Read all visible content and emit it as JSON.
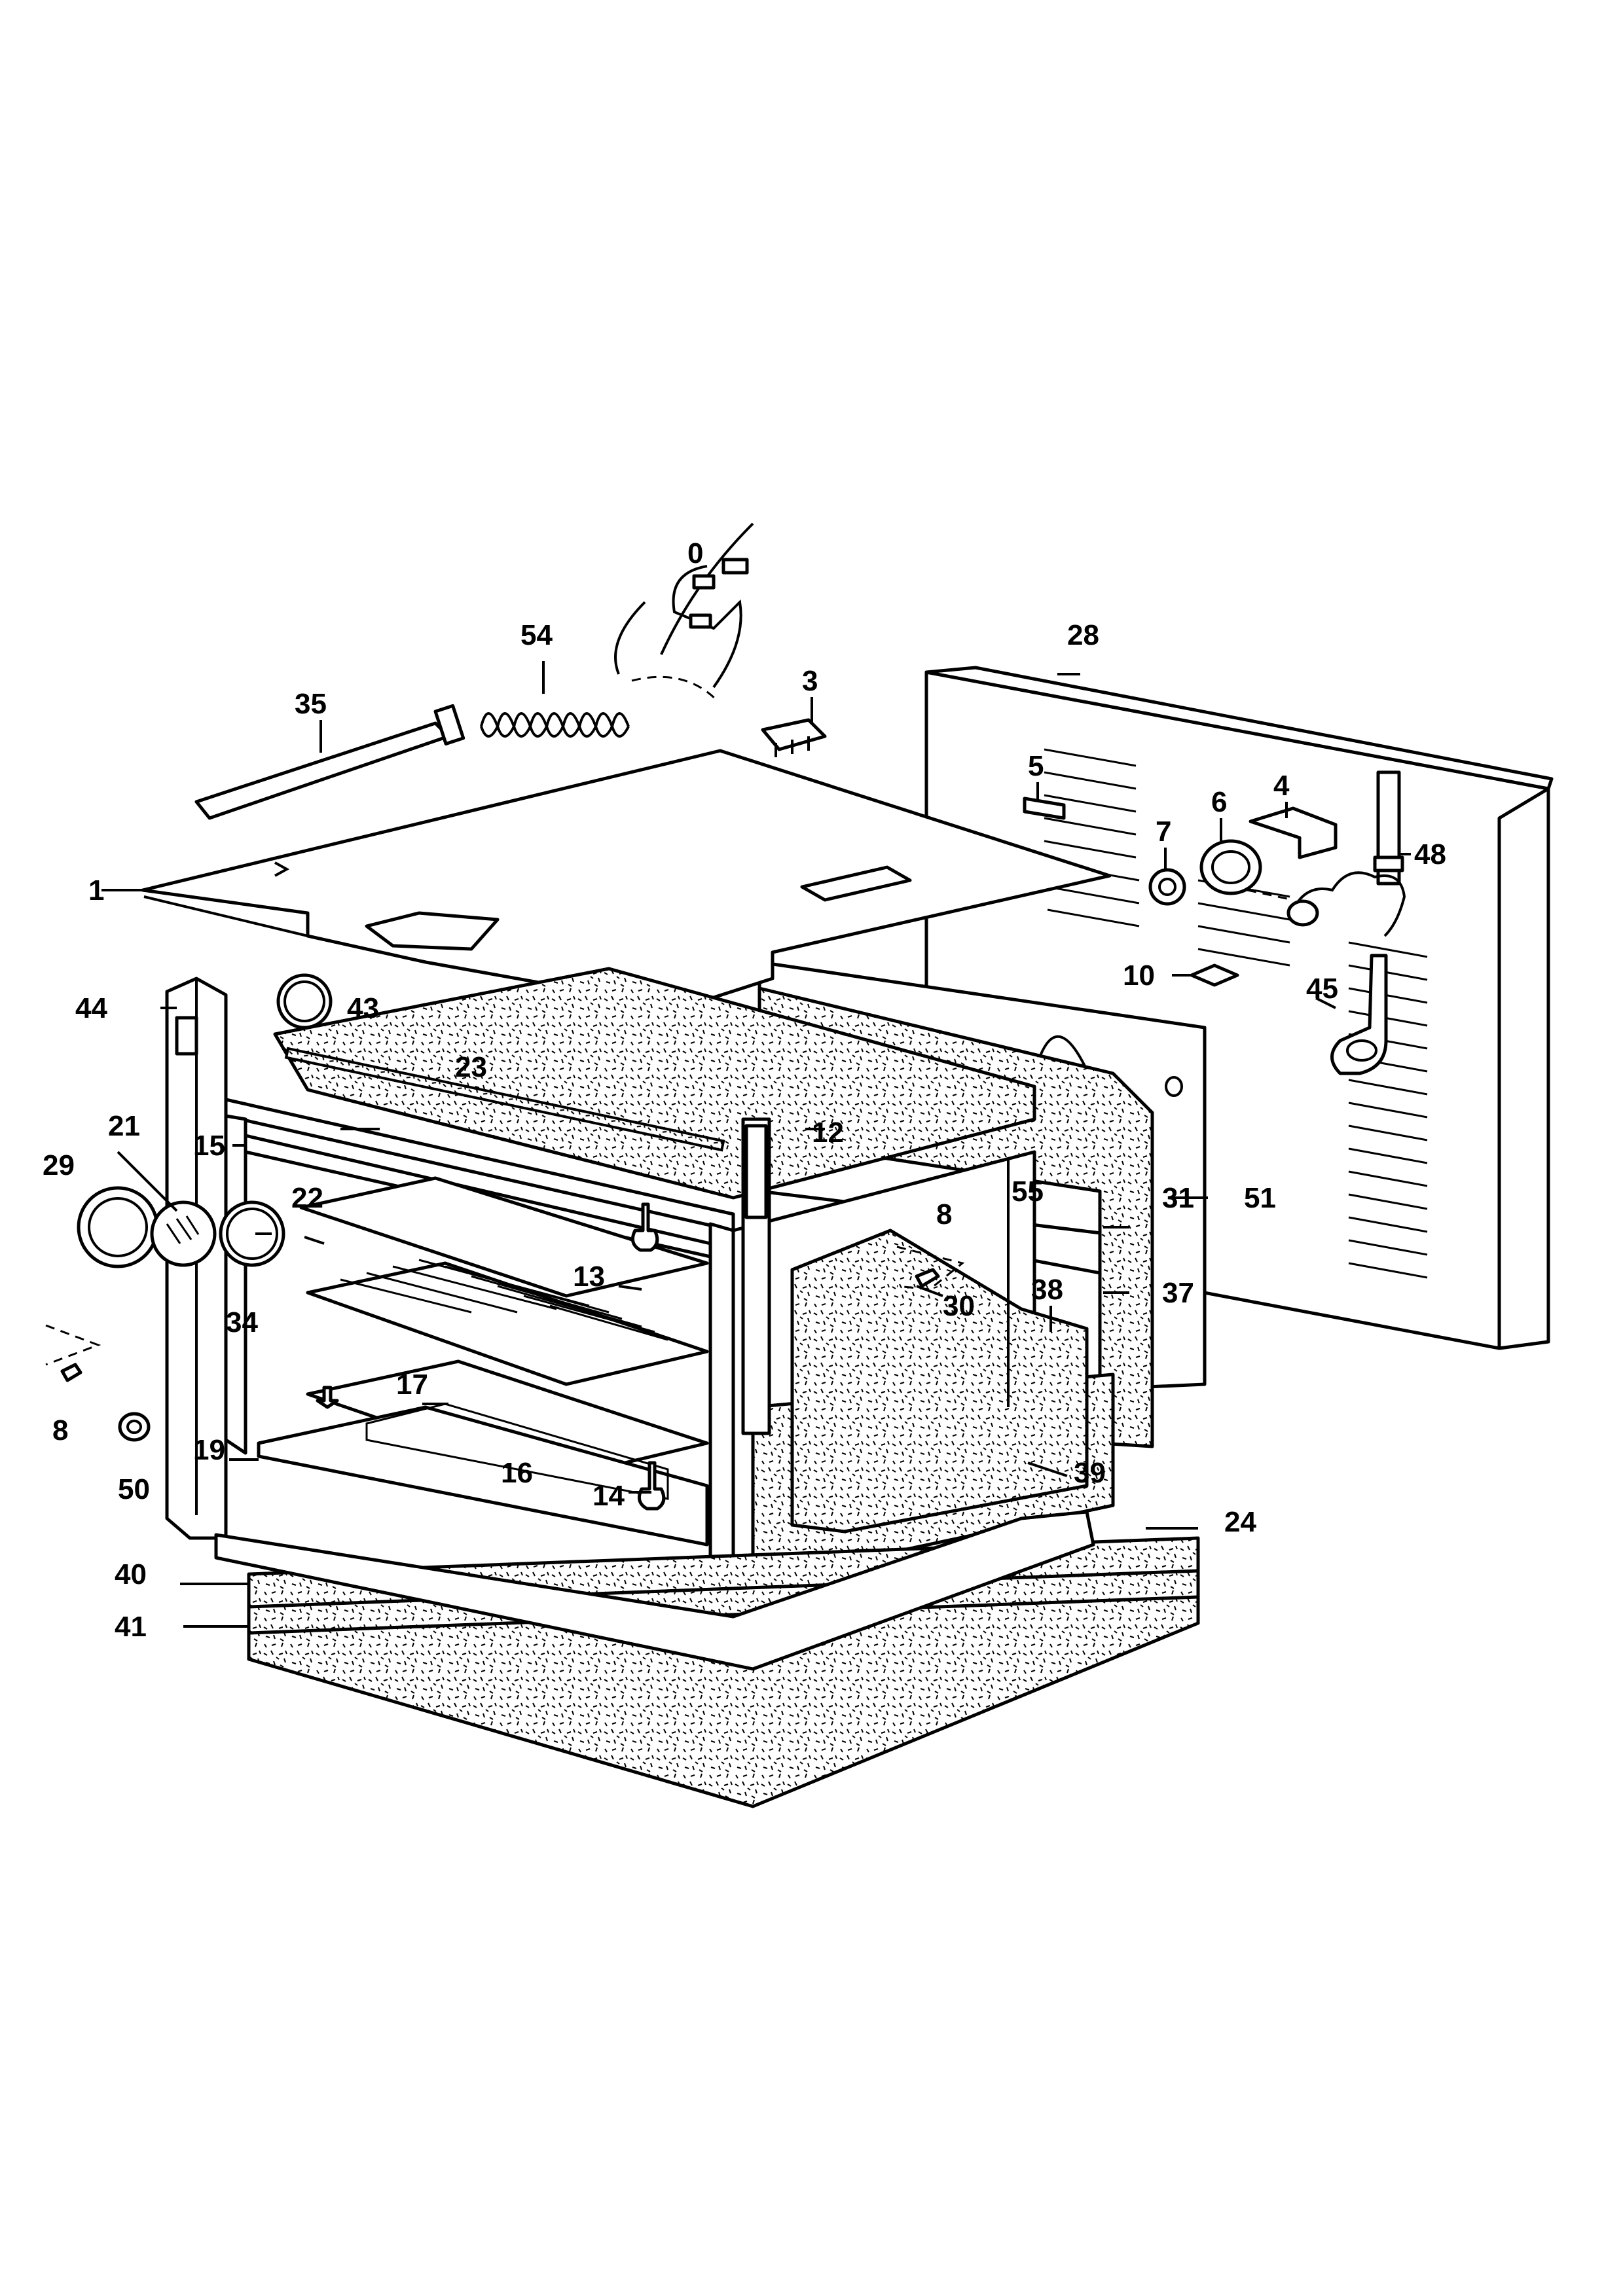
{
  "labels": {
    "l0": "0",
    "l1": "1",
    "l3": "3",
    "l4": "4",
    "l5": "5",
    "l6": "6",
    "l7": "7",
    "l8a": "8",
    "l8b": "8",
    "l10": "10",
    "l12": "12",
    "l13": "13",
    "l14": "14",
    "l15": "15",
    "l16": "16",
    "l17": "17",
    "l19": "19",
    "l21": "21",
    "l22": "22",
    "l23": "23",
    "l24": "24",
    "l28": "28",
    "l29": "29",
    "l30": "30",
    "l31": "31",
    "l34": "34",
    "l35": "35",
    "l37": "37",
    "l38": "38",
    "l39": "39",
    "l40": "40",
    "l41": "41",
    "l43": "43",
    "l44": "44",
    "l45": "45",
    "l48": "48",
    "l50": "50",
    "l51": "51",
    "l54": "54",
    "l55": "55"
  }
}
